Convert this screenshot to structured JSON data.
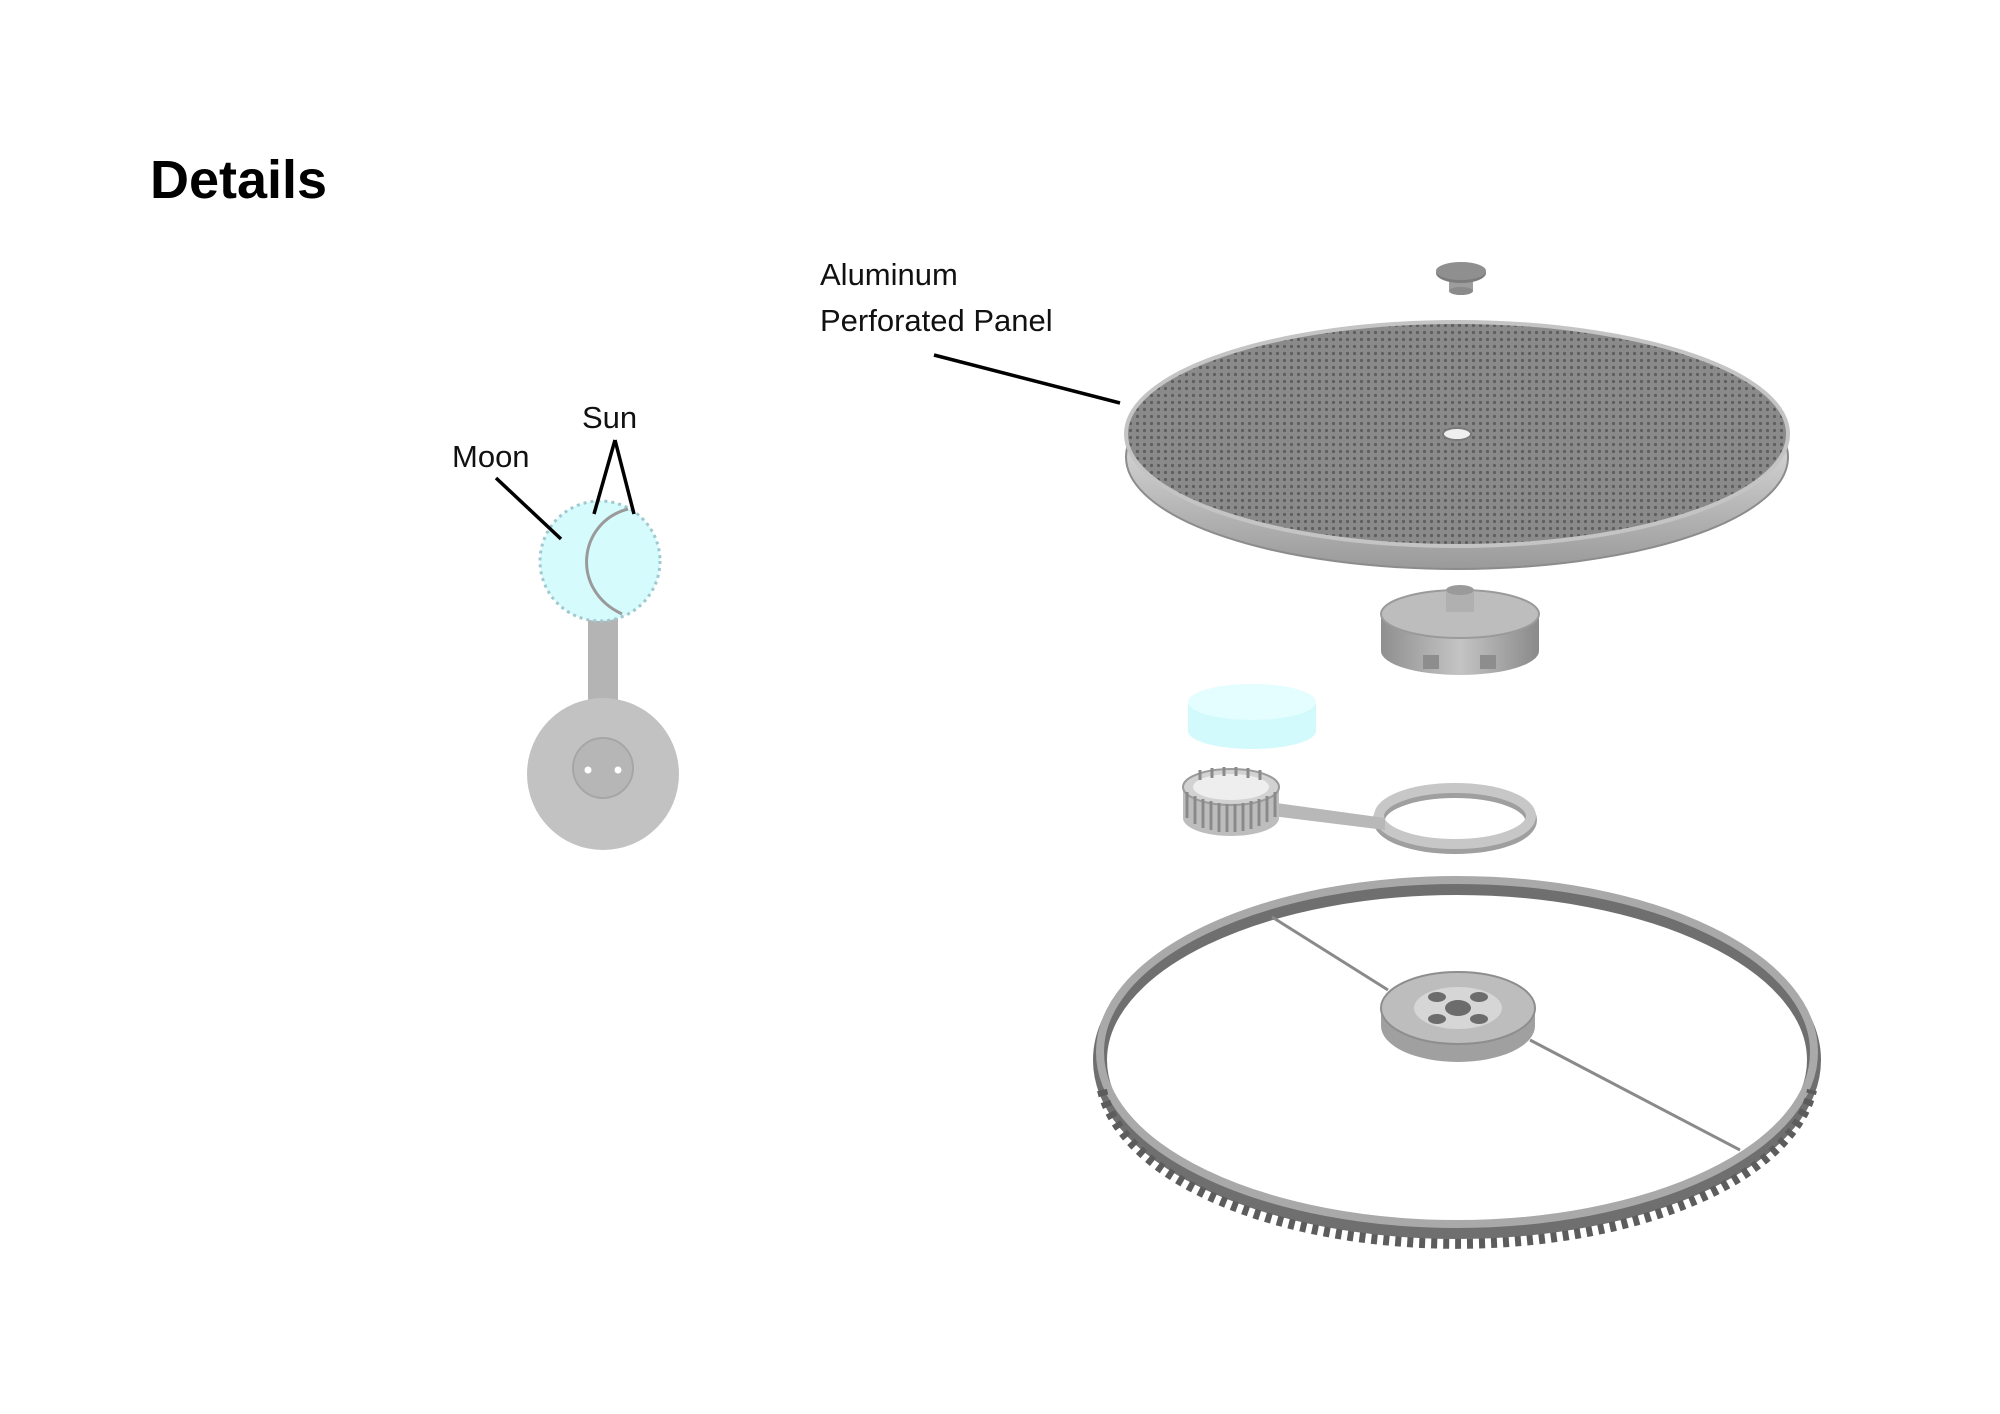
{
  "page": {
    "title": "Details"
  },
  "labels": {
    "aluminum_line1": "Aluminum",
    "aluminum_line2": "Perforated Panel",
    "sun": "Sun",
    "moon": "Moon"
  },
  "colors": {
    "leader_line": "#000000",
    "metal_light": "#c8c8c8",
    "metal_mid": "#a8a8a8",
    "metal_dark": "#6e6e6e",
    "glass_cyan": "#d6fbfd",
    "glass_edge": "#9fd9de"
  }
}
